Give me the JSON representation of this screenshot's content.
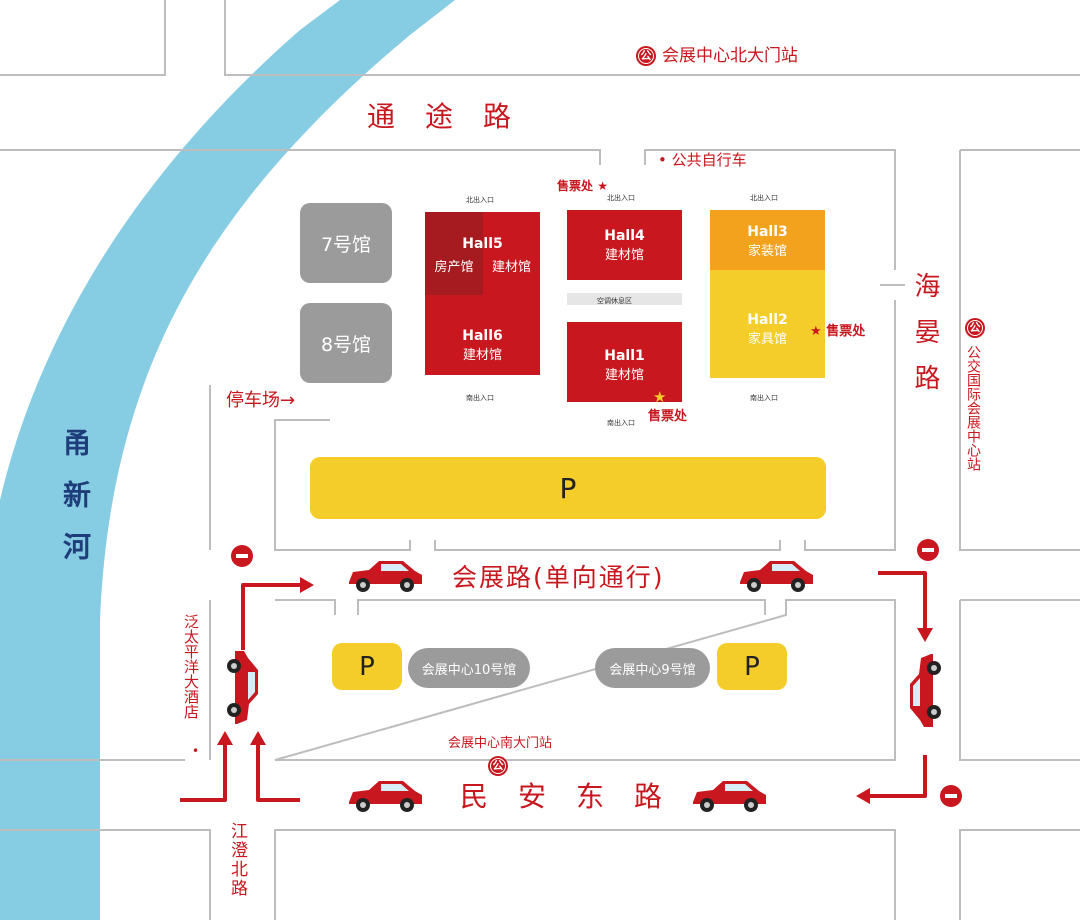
{
  "colors": {
    "red": "#c8171e",
    "dark_red": "#a51b1f",
    "orange": "#f2a21d",
    "yellow": "#f4cd2a",
    "gray": "#9b9b9b",
    "river": "#86cde3",
    "road_border": "#bdbdbd"
  },
  "icons": {
    "bus": "bus-stop-icon",
    "no_entry": "no-entry-icon",
    "star": "star-icon",
    "car": "car-icon",
    "arrow": "arrow-icon"
  },
  "roads": {
    "north": "通途路",
    "east": "海晏路",
    "middle": "会展路(单向通行)",
    "south": "民安东路",
    "southwest": "江澄北路"
  },
  "river": "甬新河",
  "stations": {
    "north_gate": "会展中心北大门站",
    "east": "公交国际会展中心站",
    "south_gate": "会展中心南大门站"
  },
  "bike": "公共自行车",
  "hotel": "泛太平洋大酒店",
  "parking_label": "停车场→",
  "parking_symbol": "P",
  "tickets": {
    "top": "售票处",
    "hall1": "售票处",
    "hall2": "售票处"
  },
  "halls": {
    "h7": "7号馆",
    "h8": "8号馆",
    "h5": {
      "name": "Hall5",
      "left": "房产馆",
      "right": "建材馆"
    },
    "h6": {
      "name": "Hall6",
      "zone": "建材馆"
    },
    "h4": {
      "name": "Hall4",
      "zone": "建材馆"
    },
    "h1": {
      "name": "Hall1",
      "zone": "建材馆"
    },
    "h3": {
      "name": "Hall3",
      "zone": "家装馆"
    },
    "h2": {
      "name": "Hall2",
      "zone": "家具馆"
    },
    "h10": "会展中心10号馆",
    "h9": "会展中心9号馆"
  },
  "small": {
    "north_entrance": "北出入口",
    "south_entrance": "南出入口",
    "middle_zone": "空调休息区"
  }
}
